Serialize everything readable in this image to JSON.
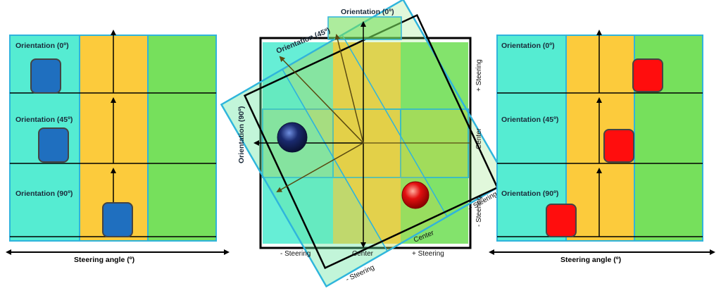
{
  "left_panel": {
    "row_labels": [
      "Orientation (0º)",
      "Orientation (45º)",
      "Orientation (90º)"
    ],
    "axis_label": "Steering angle (º)",
    "marker_color": "#1f6fbf"
  },
  "center_panel": {
    "orientation_0": "Orientation (0º)",
    "orientation_45": "Orientation (45º)",
    "orientation_90": "Orientation (90º)",
    "plus_steering_side": "+ Steering",
    "center_side": "Center",
    "minus_steering_side": "- Steering",
    "minus_steering_bottom": "- Steering",
    "center_bottom": "Center",
    "plus_steering_bottom": "+ Steering",
    "minus_steering_rot": "- Steering",
    "center_rot": "Center",
    "plus_steering_rot": "+ Steering",
    "minus_steering_low": "- Steering",
    "blue_ball_color": "#1a2a6e",
    "red_ball_color": "#e21010"
  },
  "right_panel": {
    "row_labels": [
      "Orientation (0º)",
      "Orientation (45º)",
      "Orientation (90º)"
    ],
    "axis_label": "Steering angle (º)",
    "marker_color": "#ff0d0d"
  },
  "colors": {
    "cyan": "#55ecd2",
    "yellow": "#fccb3c",
    "green": "#76e05c",
    "border": "#2fb4dc"
  }
}
